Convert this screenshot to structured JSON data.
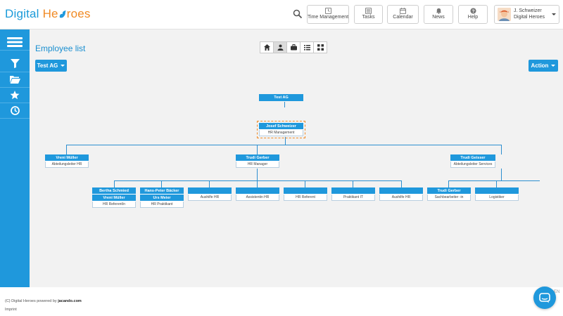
{
  "brand": {
    "word1": "Digital",
    "word2": "Heroes",
    "accent": "#1f98dc",
    "secondary": "#f08a24"
  },
  "header": {
    "buttons": [
      {
        "label": "Time Management",
        "icon": "clock-icon"
      },
      {
        "label": "Tasks",
        "icon": "tasks-icon"
      },
      {
        "label": "Calendar",
        "icon": "calendar-icon"
      },
      {
        "label": "News",
        "icon": "bell-icon"
      },
      {
        "label": "Help",
        "icon": "help-icon"
      }
    ],
    "user": {
      "name": "J. Schweizer",
      "company": "Digital Heroes"
    }
  },
  "sidebar": {
    "items": [
      "menu-icon",
      "filter-icon",
      "folder-icon",
      "star-icon",
      "history-icon"
    ]
  },
  "main": {
    "title": "Employee list",
    "company_dropdown": "Test AG",
    "action_dropdown": "Action",
    "view_modes": [
      "home-icon",
      "person-icon",
      "briefcase-icon",
      "list-icon",
      "hierarchy-icon"
    ]
  },
  "org": {
    "root": {
      "title": "Test AG"
    },
    "top": {
      "name": "Josef Schweizer",
      "role": "HR Management"
    },
    "level2": [
      {
        "name": "Vreni Müller",
        "role": "Abteilungsleiter HR"
      },
      {
        "name": "Trudi Gerber",
        "role": "HR Manager"
      },
      {
        "name": "Trudi Geisser",
        "role": "Abteilungsleiter Services"
      }
    ],
    "level3": [
      {
        "names": [
          "Bertha Schmied",
          "Vreni Müller"
        ],
        "role": "HR ReferentIn"
      },
      {
        "names": [
          "Hans-Peter Bäcker",
          "Urs Meier"
        ],
        "role": "HR Praktikant"
      },
      {
        "names": [
          ""
        ],
        "role": "Aushilfe HR"
      },
      {
        "names": [
          ""
        ],
        "role": "Assistentin HR"
      },
      {
        "names": [
          ""
        ],
        "role": "HR Referent"
      },
      {
        "names": [
          ""
        ],
        "role": "Praktikant IT"
      },
      {
        "names": [
          ""
        ],
        "role": "Aushilfe HR"
      },
      {
        "names": [
          "Trudi Gerber"
        ],
        "role": "Sachbearbeiter -in"
      },
      {
        "names": [
          ""
        ],
        "role": "Logistiker"
      }
    ]
  },
  "footer": {
    "copyright": "(C) Digital Heroes powered by",
    "powered_by": "jacando.com",
    "imprint": "Imprint",
    "lang": "EN"
  }
}
